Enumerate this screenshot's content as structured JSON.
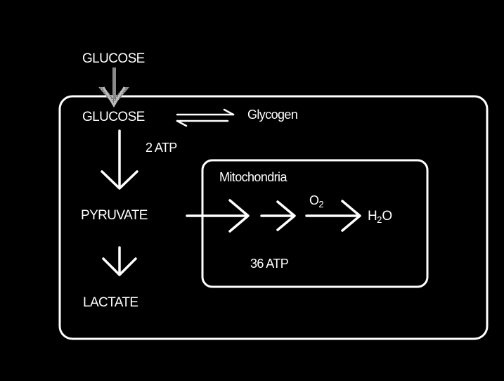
{
  "diagram": {
    "labels": {
      "glucose_outside": "GLUCOSE",
      "glucose_inside": "GLUCOSE",
      "glycogen": "Glycogen",
      "atp_glycolysis": "2 ATP",
      "pyruvate": "PYRUVATE",
      "lactate": "LACTATE",
      "mitochondria": "Mitochondria",
      "oxygen": {
        "main": "O",
        "sub": "2"
      },
      "water": {
        "main": "H",
        "sub": "2",
        "tail": "O"
      },
      "atp_mitochondria": "36 ATP"
    }
  }
}
